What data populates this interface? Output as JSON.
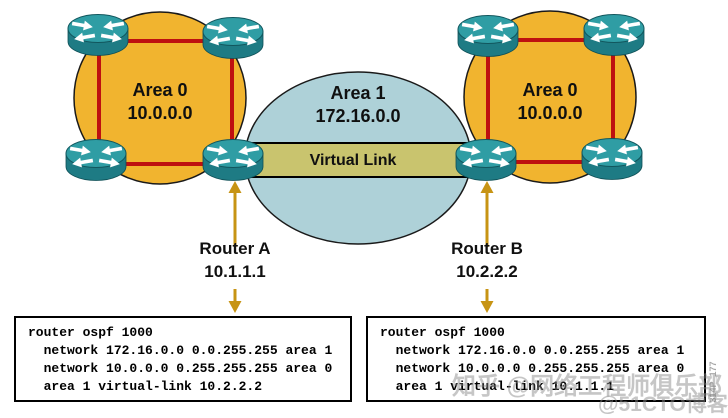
{
  "areas": {
    "area0_left": {
      "name": "Area 0",
      "network": "10.0.0.0"
    },
    "area1": {
      "name": "Area 1",
      "network": "172.16.0.0"
    },
    "area0_right": {
      "name": "Area 0",
      "network": "10.0.0.0"
    }
  },
  "virtual_link": {
    "label": "Virtual Link"
  },
  "routers": {
    "router_a": {
      "name": "Router A",
      "router_id": "10.1.1.1"
    },
    "router_b": {
      "name": "Router B",
      "router_id": "10.2.2.2"
    }
  },
  "configs": {
    "router_a": {
      "lines": [
        "router ospf 1000",
        "  network 172.16.0.0 0.0.255.255 area 1",
        "  network 10.0.0.0 0.255.255.255 area 0",
        "  area 1 virtual-link 10.2.2.2"
      ]
    },
    "router_b": {
      "lines": [
        "router ospf 1000",
        "  network 172.16.0.0 0.0.255.255 area 1",
        "  network 10.0.0.0 0.255.255.255 area 0",
        "  area 1 virtual-link 10.1.1.1"
      ]
    }
  },
  "watermarks": {
    "zhihu": "知乎 @网络工程师俱乐部",
    "blog": "@51CTO博客",
    "side_code": "314P_177"
  },
  "colors": {
    "area0_fill": "#F1B42F",
    "area1_fill": "#AED1D8",
    "virtual_link_fill": "#C9C46E",
    "link_red": "#BE1010",
    "router_teal_top": "#2F9DA4",
    "router_teal_side": "#1E7B84",
    "arrow_gold": "#C79414"
  }
}
